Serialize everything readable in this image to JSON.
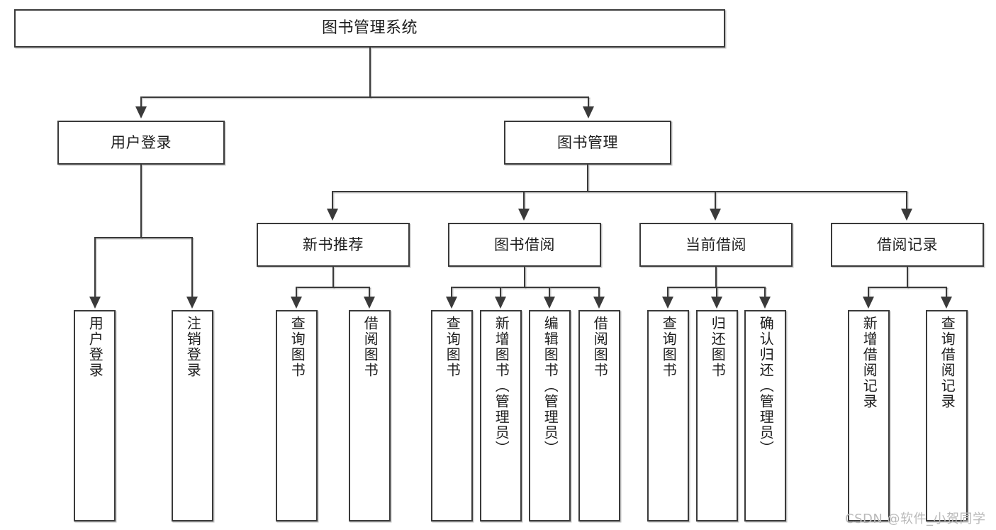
{
  "diagram": {
    "title": "图书管理系统",
    "watermark": "CSDN @软件_小贺同学",
    "colors": {
      "border": "#3a3a3a",
      "text": "#1d1d1d",
      "background": "#ffffff",
      "watermark": "#b9b9b9"
    },
    "root": {
      "label": "图书管理系统"
    },
    "level2": [
      {
        "label": "用户登录"
      },
      {
        "label": "图书管理"
      }
    ],
    "level3": [
      {
        "label": "新书推荐"
      },
      {
        "label": "图书借阅"
      },
      {
        "label": "当前借阅"
      },
      {
        "label": "借阅记录"
      }
    ],
    "leaves": {
      "user_login": [
        {
          "label": "用户登录"
        },
        {
          "label": "注销登录"
        }
      ],
      "new_book": [
        {
          "label": "查询图书"
        },
        {
          "label": "借阅图书"
        }
      ],
      "borrow": [
        {
          "label": "查询图书"
        },
        {
          "label": "新增图书（管理员）"
        },
        {
          "label": "编辑图书（管理员）"
        },
        {
          "label": "借阅图书"
        }
      ],
      "current": [
        {
          "label": "查询图书"
        },
        {
          "label": "归还图书"
        },
        {
          "label": "确认归还（管理员）"
        }
      ],
      "records": [
        {
          "label": "新增借阅记录"
        },
        {
          "label": "查询借阅记录"
        }
      ]
    }
  }
}
